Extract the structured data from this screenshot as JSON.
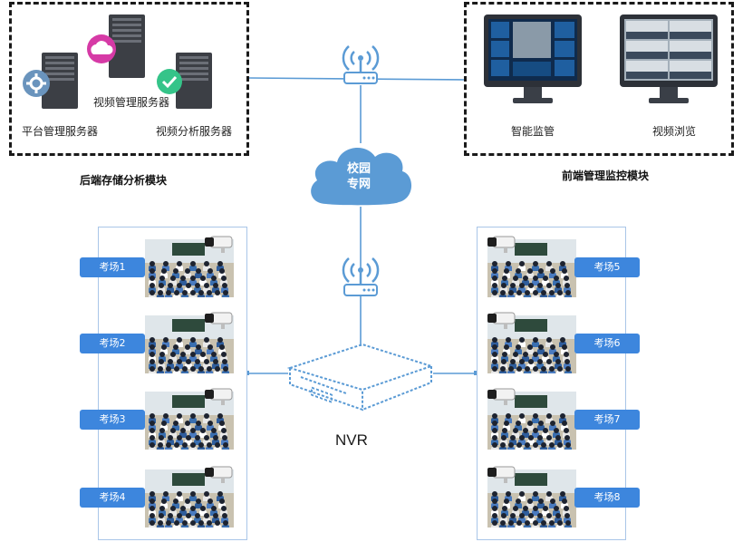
{
  "backend": {
    "title": "后端存储分析模块",
    "servers": {
      "platform": "平台管理服务器",
      "video_mgmt": "视频管理服务器",
      "video_analysis": "视频分析服务器"
    }
  },
  "frontend": {
    "title": "前端管理监控模块",
    "monitors": {
      "smart": "智能监管",
      "browse": "视频浏览"
    }
  },
  "network": {
    "cloud_line1": "校园",
    "cloud_line2": "专网",
    "nvr": "NVR"
  },
  "rooms_left": [
    "考场1",
    "考场2",
    "考场3",
    "考场4"
  ],
  "rooms_right": [
    "考场5",
    "考场6",
    "考场7",
    "考场8"
  ],
  "colors": {
    "line": "#5b9bd5",
    "cloud": "#5b9bd5",
    "label_bg": "#3d86dd",
    "panel_border": "#a9c6e8"
  }
}
